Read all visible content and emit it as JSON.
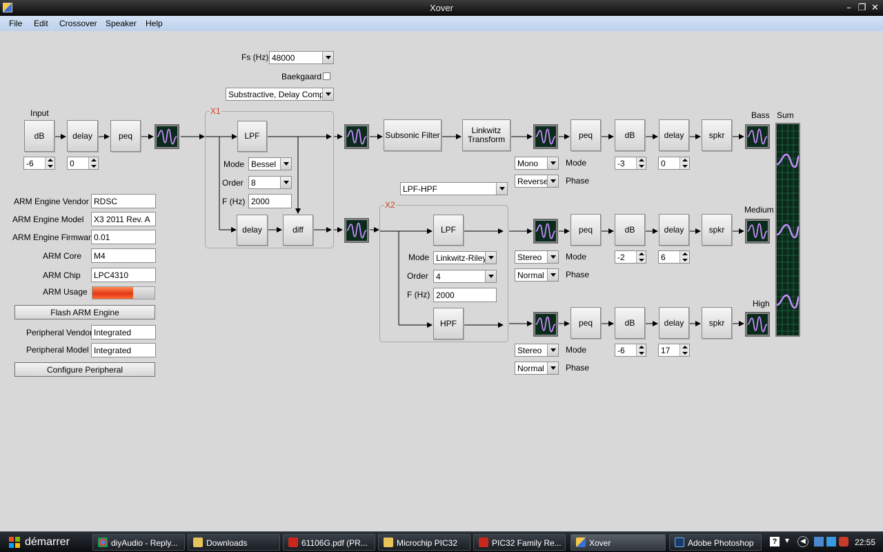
{
  "window": {
    "title": "Xover"
  },
  "menu": [
    "File",
    "Edit",
    "Crossover",
    "Speaker",
    "Help"
  ],
  "top": {
    "fs_label": "Fs (Hz)",
    "fs_value": "48000",
    "baekgaard_label": "Baekgaard",
    "mode_value": "Substractive, Delay Comp."
  },
  "input": {
    "label": "Input",
    "db": "dB",
    "delay": "delay",
    "peq": "peq",
    "db_value": "-6",
    "delay_value": "0"
  },
  "x1": {
    "label": "X1",
    "lpf": "LPF",
    "mode_label": "Mode",
    "mode_value": "Bessel",
    "order_label": "Order",
    "order_value": "8",
    "f_label": "F (Hz)",
    "f_value": "2000",
    "delay": "delay",
    "diff": "diff"
  },
  "x2": {
    "type_value": "LPF-HPF",
    "label": "X2",
    "lpf": "LPF",
    "mode_label": "Mode",
    "mode_value": "Linkwitz-Riley",
    "order_label": "Order",
    "order_value": "4",
    "f_label": "F (Hz)",
    "f_value": "2000",
    "hpf": "HPF"
  },
  "bass_chain": {
    "subsonic": "Subsonic Filter",
    "linkwitz": "Linkwitz Transform"
  },
  "outputs": [
    {
      "name": "Bass",
      "peq": "peq",
      "db": "dB",
      "delay": "delay",
      "spkr": "spkr",
      "mode_value": "Mono",
      "mode_label": "Mode",
      "phase_value": "Reverse",
      "phase_label": "Phase",
      "db_value": "-3",
      "delay_value": "0"
    },
    {
      "name": "Medium",
      "peq": "peq",
      "db": "dB",
      "delay": "delay",
      "spkr": "spkr",
      "mode_value": "Stereo",
      "mode_label": "Mode",
      "phase_value": "Normal",
      "phase_label": "Phase",
      "db_value": "-2",
      "delay_value": "6"
    },
    {
      "name": "High",
      "peq": "peq",
      "db": "dB",
      "delay": "delay",
      "spkr": "spkr",
      "mode_value": "Stereo",
      "mode_label": "Mode",
      "phase_value": "Normal",
      "phase_label": "Phase",
      "db_value": "-6",
      "delay_value": "17"
    }
  ],
  "sum_label": "Sum",
  "info": {
    "vendor_label": "ARM Engine Vendor",
    "vendor_value": "RDSC",
    "model_label": "ARM Engine Model",
    "model_value": "X3 2011 Rev. A",
    "firmware_label": "ARM Engine Firmware",
    "firmware_value": "0.01",
    "core_label": "ARM Core",
    "core_value": "M4",
    "chip_label": "ARM Chip",
    "chip_value": "LPC4310",
    "usage_label": "ARM Usage",
    "usage_level": 0.65,
    "flash_button": "Flash ARM Engine",
    "pvendor_label": "Peripheral Vendor",
    "pvendor_value": "Integrated",
    "pmodel_label": "Peripheral Model",
    "pmodel_value": "Integrated",
    "configure_button": "Configure Peripheral"
  },
  "taskbar": {
    "start": "démarrer",
    "tasks": [
      "diyAudio - Reply...",
      "Downloads",
      "61106G.pdf (PR...",
      "Microchip PIC32",
      "PIC32 Family Re...",
      "Xover",
      "Adobe Photoshop"
    ],
    "clock": "22:55"
  },
  "colors": {
    "scope_bg": "#0a2a1a",
    "scope_trace": "#c88cff",
    "group_label": "#d04020"
  }
}
